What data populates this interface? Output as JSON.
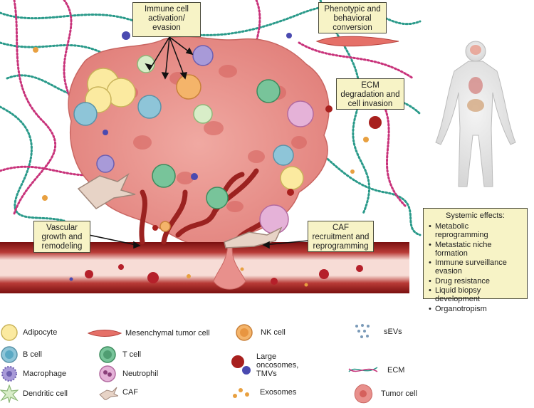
{
  "callouts": {
    "immune": "Immune cell activation/ evasion",
    "phenotypic": "Phenotypic and behavioral conversion",
    "ecm": "ECM degradation and cell invasion",
    "vascular": "Vascular growth and remodeling",
    "caf": "CAF recruitment and reprogramming"
  },
  "systemic": {
    "title": "Systemic effects:",
    "items": [
      "Metabolic reprogramming",
      "Metastatic niche formation",
      "Immune surveillance evasion",
      "Drug resistance",
      "Liquid biopsy development",
      "Organotropism"
    ]
  },
  "legend": [
    {
      "label": "Adipocyte",
      "icon": "adipocyte-icon"
    },
    {
      "label": "B cell",
      "icon": "b-cell-icon"
    },
    {
      "label": "Macrophage",
      "icon": "macrophage-icon"
    },
    {
      "label": "Dendritic cell",
      "icon": "dendritic-cell-icon"
    },
    {
      "label": "Mesenchymal tumor cell",
      "icon": "mesenchymal-cell-icon"
    },
    {
      "label": "T cell",
      "icon": "t-cell-icon"
    },
    {
      "label": "Neutrophil",
      "icon": "neutrophil-icon"
    },
    {
      "label": "CAF",
      "icon": "caf-icon"
    },
    {
      "label": "NK cell",
      "icon": "nk-cell-icon"
    },
    {
      "label": "Large oncosomes, TMVs",
      "icon": "large-oncosome-icon"
    },
    {
      "label": "Exosomes",
      "icon": "exosome-icon"
    },
    {
      "label": "sEVs",
      "icon": "sev-icon"
    },
    {
      "label": "ECM",
      "icon": "ecm-icon"
    },
    {
      "label": "Tumor cell",
      "icon": "tumor-cell-icon"
    }
  ],
  "colors": {
    "callout_bg": "#f7f3c6",
    "tumor": "#e8908c",
    "vessel": "#8e1b1b",
    "ecm_teal": "#2a9a8a",
    "ecm_pink": "#c8327a"
  }
}
